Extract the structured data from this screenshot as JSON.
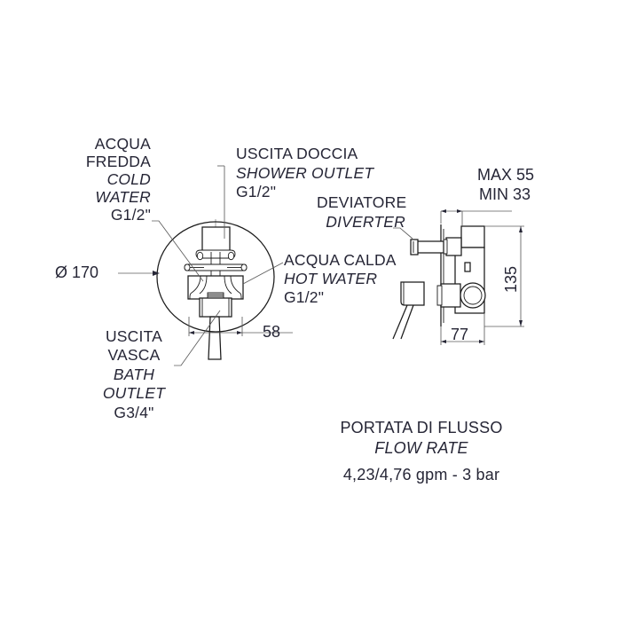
{
  "drawing": {
    "title_semantic": "shower-mixer-valve-technical-drawing",
    "labels": {
      "cold_water": {
        "line1": "ACQUA",
        "line2": "FREDDA",
        "line3": "COLD",
        "line4": "WATER",
        "line5": "G1/2\""
      },
      "shower_outlet": {
        "line1": "USCITA DOCCIA",
        "line2": "SHOWER OUTLET",
        "line3": "G1/2\""
      },
      "diverter": {
        "line1": "DEVIATORE",
        "line2": "DIVERTER"
      },
      "hot_water": {
        "line1": "ACQUA CALDA",
        "line2": "HOT WATER",
        "line3": "G1/2\""
      },
      "bath_outlet": {
        "line1": "USCITA",
        "line2": "VASCA",
        "line3": "BATH",
        "line4": "OUTLET",
        "line5": "G3/4\""
      },
      "flow_rate": {
        "line1": "PORTATA DI FLUSSO",
        "line2": "FLOW RATE",
        "line3": "4,23/4,76 gpm - 3 bar"
      }
    },
    "dimensions": {
      "diameter": "Ø 170",
      "depth_front": "58",
      "max_depth": "MAX 55",
      "min_depth": "MIN 33",
      "height_side": "135",
      "width_side": "77"
    },
    "colors": {
      "text": "#262636",
      "outline": "#1b1b1b",
      "leader": "#5c5c5c",
      "background": "#ffffff"
    }
  }
}
